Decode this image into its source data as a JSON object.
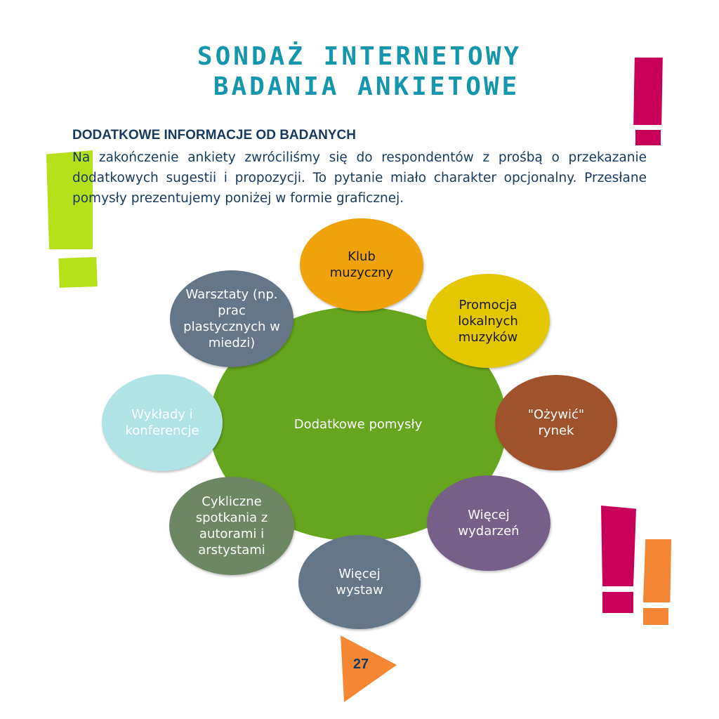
{
  "header": {
    "title_line1": "SONDAŻ INTERNETOWY",
    "title_line2": "BADANIA ANKIETOWE"
  },
  "section": {
    "heading": "DODATKOWE INFORMACJE OD BADANYCH",
    "body": "Na  zakończenie ankiety zwróciliśmy się do respondentów z prośbą o przekazanie dodatkowych sugestii i propozycji. To pytanie miało charakter opcjonalny. Przesłane pomysły prezentujemy poniżej w formie graficznej."
  },
  "diagram": {
    "center_label": "Dodatkowe pomysły",
    "center_color": "#66a61e",
    "nodes": [
      {
        "label": "Klub muzyczny",
        "color": "#f0a30a"
      },
      {
        "label": "Promocja lokalnych muzyków",
        "color": "#e3c800"
      },
      {
        "label": "\"Ożywić\" rynek",
        "color": "#a0522d"
      },
      {
        "label": "Więcej wydarzeń",
        "color": "#76608a"
      },
      {
        "label": "Więcej wystaw",
        "color": "#647687"
      },
      {
        "label": "Cykliczne spotkania z autorami i arstystami",
        "color": "#6d8764"
      },
      {
        "label": "Wykłady i konferencje",
        "color": "#b0e3e6"
      },
      {
        "label": "Warsztaty (np. prac plastycznych w miedzi)",
        "color": "#647687"
      }
    ]
  },
  "footer": {
    "page_number": "27",
    "badge_color": "#f58634"
  },
  "decor": {
    "pink": "#c8005a",
    "lime": "#b5e01a",
    "orange": "#f58634",
    "title_color": "#1496ad",
    "text_color": "#173a5e"
  }
}
